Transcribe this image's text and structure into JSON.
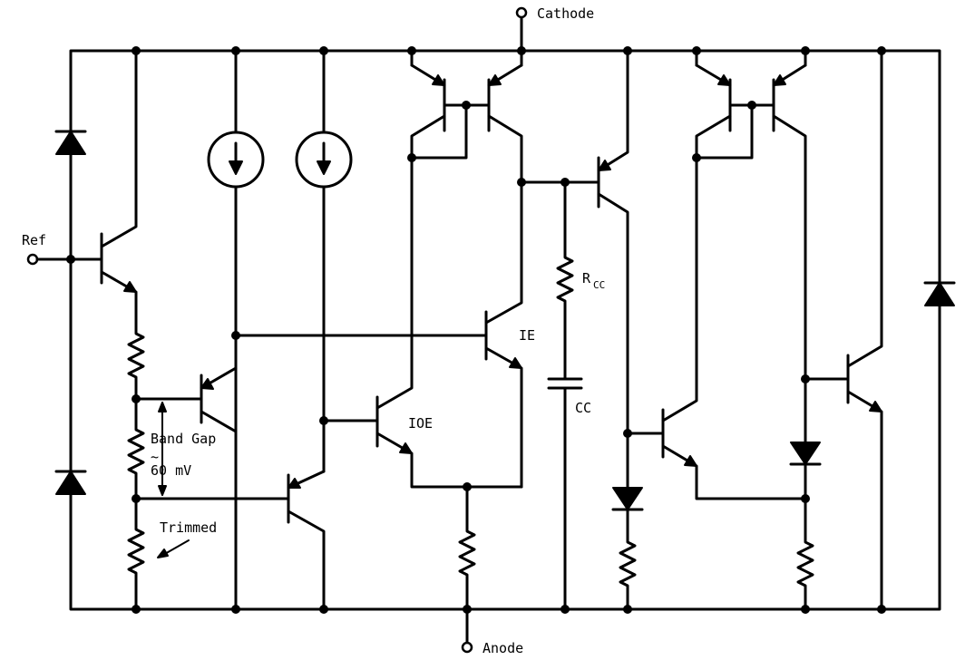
{
  "diagram": {
    "terminals": {
      "cathode": "Cathode",
      "anode": "Anode",
      "ref": "Ref"
    },
    "labels": {
      "band_gap": "Band Gap",
      "approx": "~",
      "band_gap_voltage": "60 mV",
      "trimmed": "Trimmed",
      "ioe": "IOE",
      "ie": "IE",
      "rcc_main": "R",
      "rcc_sub": "CC",
      "cc": "CC"
    }
  }
}
